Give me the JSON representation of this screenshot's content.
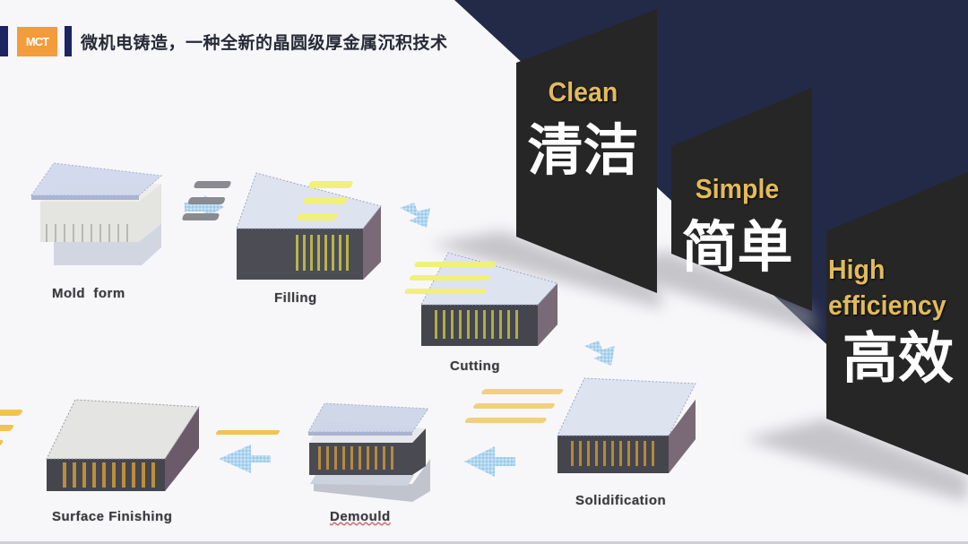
{
  "header": {
    "logo_text": "MCT",
    "title": "微机电铸造，一种全新的晶圆级厚金属沉积技术"
  },
  "colors": {
    "navy": "#222a48",
    "panel": "#262626",
    "gold": "#e2bb5a",
    "logo_orange": "#f39c3c",
    "accent_bar": "#1c2461",
    "arrow_blue": "#9fcbe8"
  },
  "features": [
    {
      "en": "Clean",
      "zh": "清洁"
    },
    {
      "en": "Simple",
      "zh": "简单"
    },
    {
      "en_line1": "High",
      "en_line2": "efficiency",
      "zh": "高效"
    }
  ],
  "process_steps": [
    {
      "label": "Mold  form"
    },
    {
      "label": "Filling"
    },
    {
      "label": "Cutting"
    },
    {
      "label": "Solidification"
    },
    {
      "label": "Demould"
    },
    {
      "label": "Surface Finishing"
    }
  ]
}
